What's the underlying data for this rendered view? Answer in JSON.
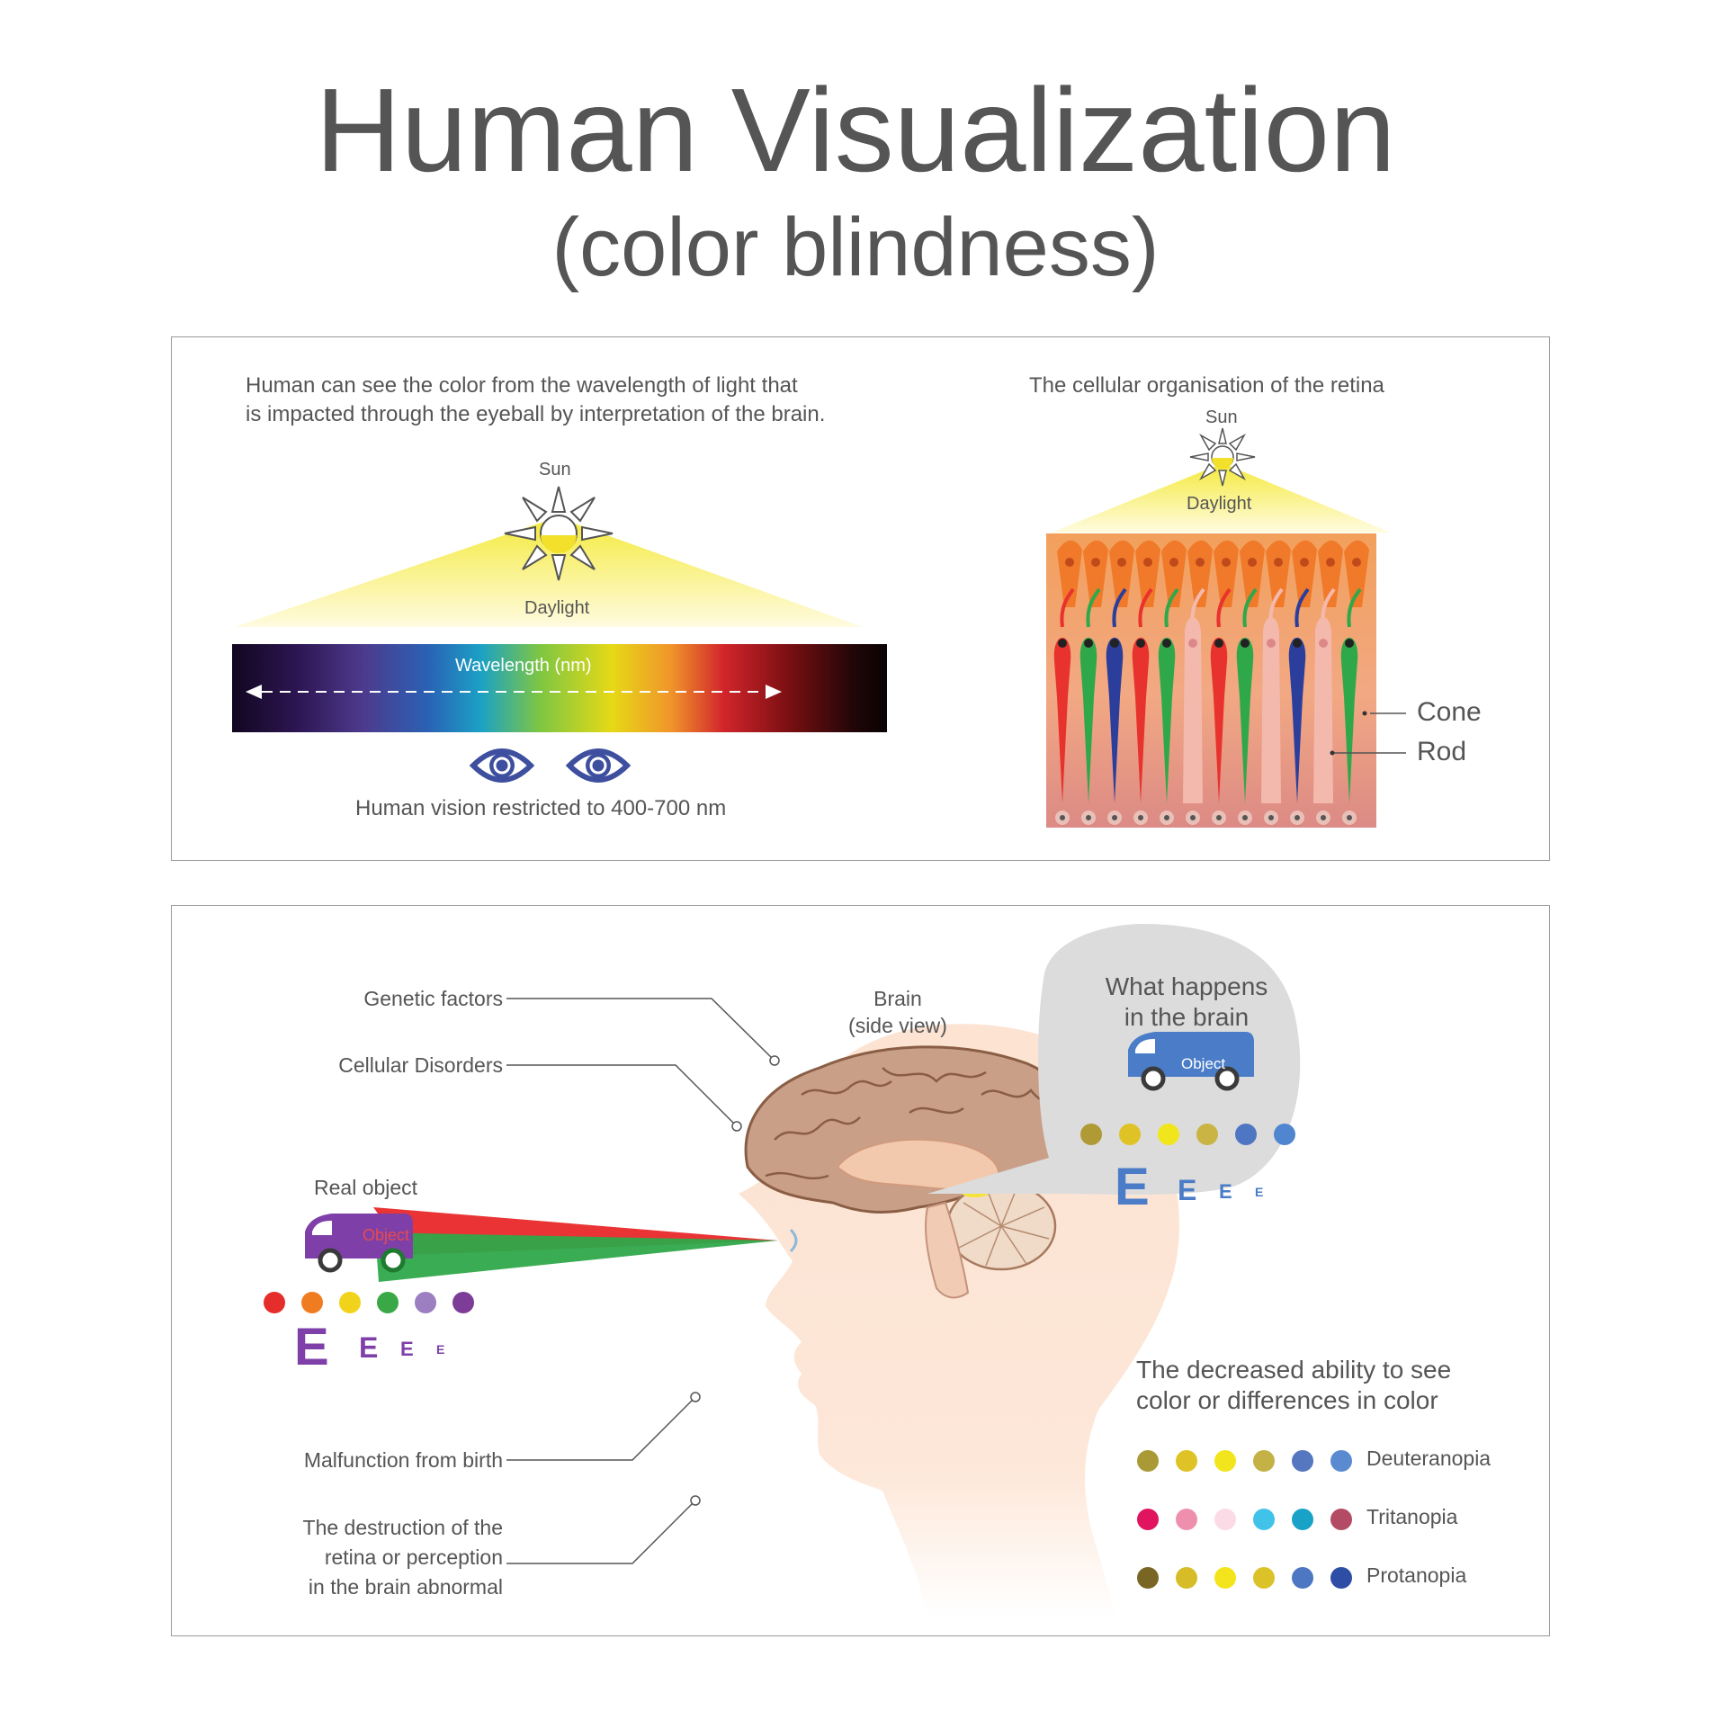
{
  "title": "Human Visualization",
  "subtitle": "(color blindness)",
  "panel1": {
    "intro_line1": "Human can see the color from the wavelength of light that",
    "intro_line2": "is impacted through the eyeball by interpretation of the brain.",
    "sun_label": "Sun",
    "daylight_label": "Daylight",
    "wavelength_label": "Wavelength (nm)",
    "vision_caption": "Human vision restricted to 400-700 nm",
    "retina_title": "The cellular organisation of the retina",
    "retina_sun_label": "Sun",
    "retina_daylight_label": "Daylight",
    "cone_label": "Cone",
    "rod_label": "Rod"
  },
  "panel2": {
    "genetic": "Genetic factors",
    "cellular": "Cellular Disorders",
    "real_object": "Real object",
    "object_label": "Object",
    "malfunction": "Malfunction from birth",
    "destruction_line1": "The destruction of the",
    "destruction_line2": "retina or perception",
    "destruction_line3": "in the brain abnormal",
    "brain_line1": "Brain",
    "brain_line2": "(side view)",
    "bubble_line1": "What happens",
    "bubble_line2": "in the brain",
    "bubble_object_label": "Object",
    "decreased_line1": "The decreased ability to see",
    "decreased_line2": "color or differences in color",
    "letter": "E",
    "real_dots": [
      "#e52d2a",
      "#f07c22",
      "#f2d31b",
      "#3aa847",
      "#9b7fc0",
      "#7d3c98"
    ],
    "brain_dots": [
      "#b09a35",
      "#dfc225",
      "#f1e51c",
      "#c9b444",
      "#4f76c2",
      "#4f86cf"
    ],
    "types": [
      {
        "name": "Deuteranopia",
        "dots": [
          "#aa9a35",
          "#dfc225",
          "#f2e41d",
          "#c4b247",
          "#5477bf",
          "#5a8ad0"
        ]
      },
      {
        "name": "Tritanopia",
        "dots": [
          "#e0145f",
          "#ef8fae",
          "#fbdbe6",
          "#41c3e9",
          "#19a2c8",
          "#b24b63"
        ]
      },
      {
        "name": "Protanopia",
        "dots": [
          "#7a6624",
          "#d6bc26",
          "#f4e41c",
          "#dcc229",
          "#4e77c3",
          "#2e4ea6"
        ]
      }
    ]
  },
  "colors": {
    "text": "#555555",
    "panel_border": "#9a9a9a",
    "van_real": "#7e40a8",
    "van_brain": "#4a7cc7",
    "letter_real": "#7e40a8",
    "letter_brain": "#4a7cc7",
    "eye_icon": "#3d4f9e"
  }
}
